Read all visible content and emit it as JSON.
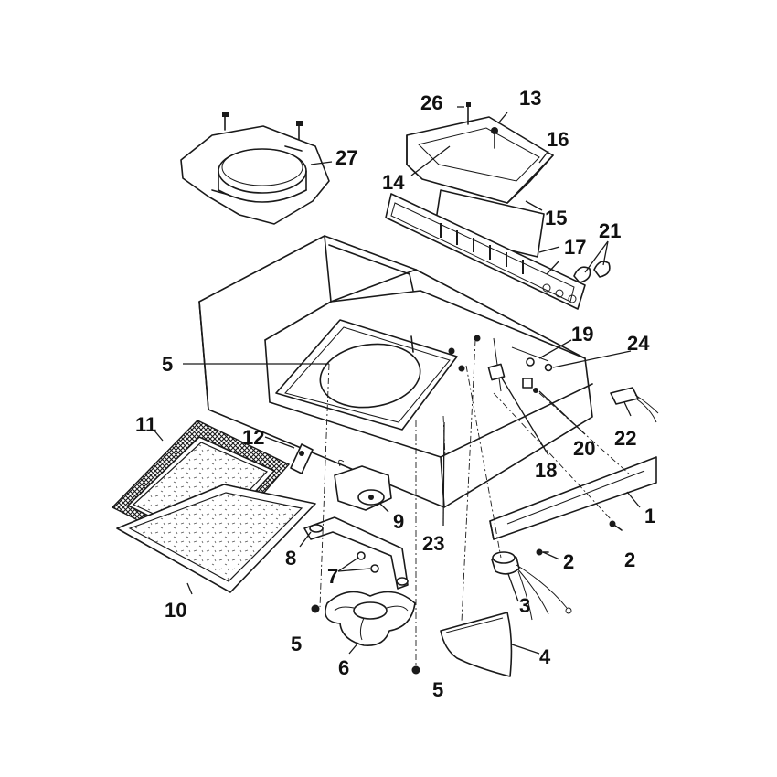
{
  "colors": {
    "line": "#1a1a1a",
    "background": "#ffffff"
  },
  "callouts": [
    {
      "id": "c1",
      "text": "1",
      "name": "callout-1"
    },
    {
      "id": "c2a",
      "text": "2",
      "name": "callout-2-a"
    },
    {
      "id": "c2b",
      "text": "2",
      "name": "callout-2-b"
    },
    {
      "id": "c3",
      "text": "3",
      "name": "callout-3"
    },
    {
      "id": "c4",
      "text": "4",
      "name": "callout-4"
    },
    {
      "id": "c5a",
      "text": "5",
      "name": "callout-5-a"
    },
    {
      "id": "c5b",
      "text": "5",
      "name": "callout-5-b"
    },
    {
      "id": "c5c",
      "text": "5",
      "name": "callout-5-c"
    },
    {
      "id": "c6",
      "text": "6",
      "name": "callout-6"
    },
    {
      "id": "c7",
      "text": "7",
      "name": "callout-7"
    },
    {
      "id": "c8",
      "text": "8",
      "name": "callout-8"
    },
    {
      "id": "c9",
      "text": "9",
      "name": "callout-9"
    },
    {
      "id": "c10",
      "text": "10",
      "name": "callout-10"
    },
    {
      "id": "c11",
      "text": "11",
      "name": "callout-11"
    },
    {
      "id": "c12",
      "text": "12",
      "name": "callout-12"
    },
    {
      "id": "c13",
      "text": "13",
      "name": "callout-13"
    },
    {
      "id": "c14",
      "text": "14",
      "name": "callout-14"
    },
    {
      "id": "c15",
      "text": "15",
      "name": "callout-15"
    },
    {
      "id": "c16",
      "text": "16",
      "name": "callout-16"
    },
    {
      "id": "c17",
      "text": "17",
      "name": "callout-17"
    },
    {
      "id": "c18",
      "text": "18",
      "name": "callout-18"
    },
    {
      "id": "c19",
      "text": "19",
      "name": "callout-19"
    },
    {
      "id": "c20",
      "text": "20",
      "name": "callout-20"
    },
    {
      "id": "c21",
      "text": "21",
      "name": "callout-21"
    },
    {
      "id": "c22",
      "text": "22",
      "name": "callout-22"
    },
    {
      "id": "c23",
      "text": "23",
      "name": "callout-23"
    },
    {
      "id": "c24",
      "text": "24",
      "name": "callout-24"
    },
    {
      "id": "c26",
      "text": "26",
      "name": "callout-26"
    },
    {
      "id": "c27",
      "text": "27",
      "name": "callout-27"
    }
  ]
}
